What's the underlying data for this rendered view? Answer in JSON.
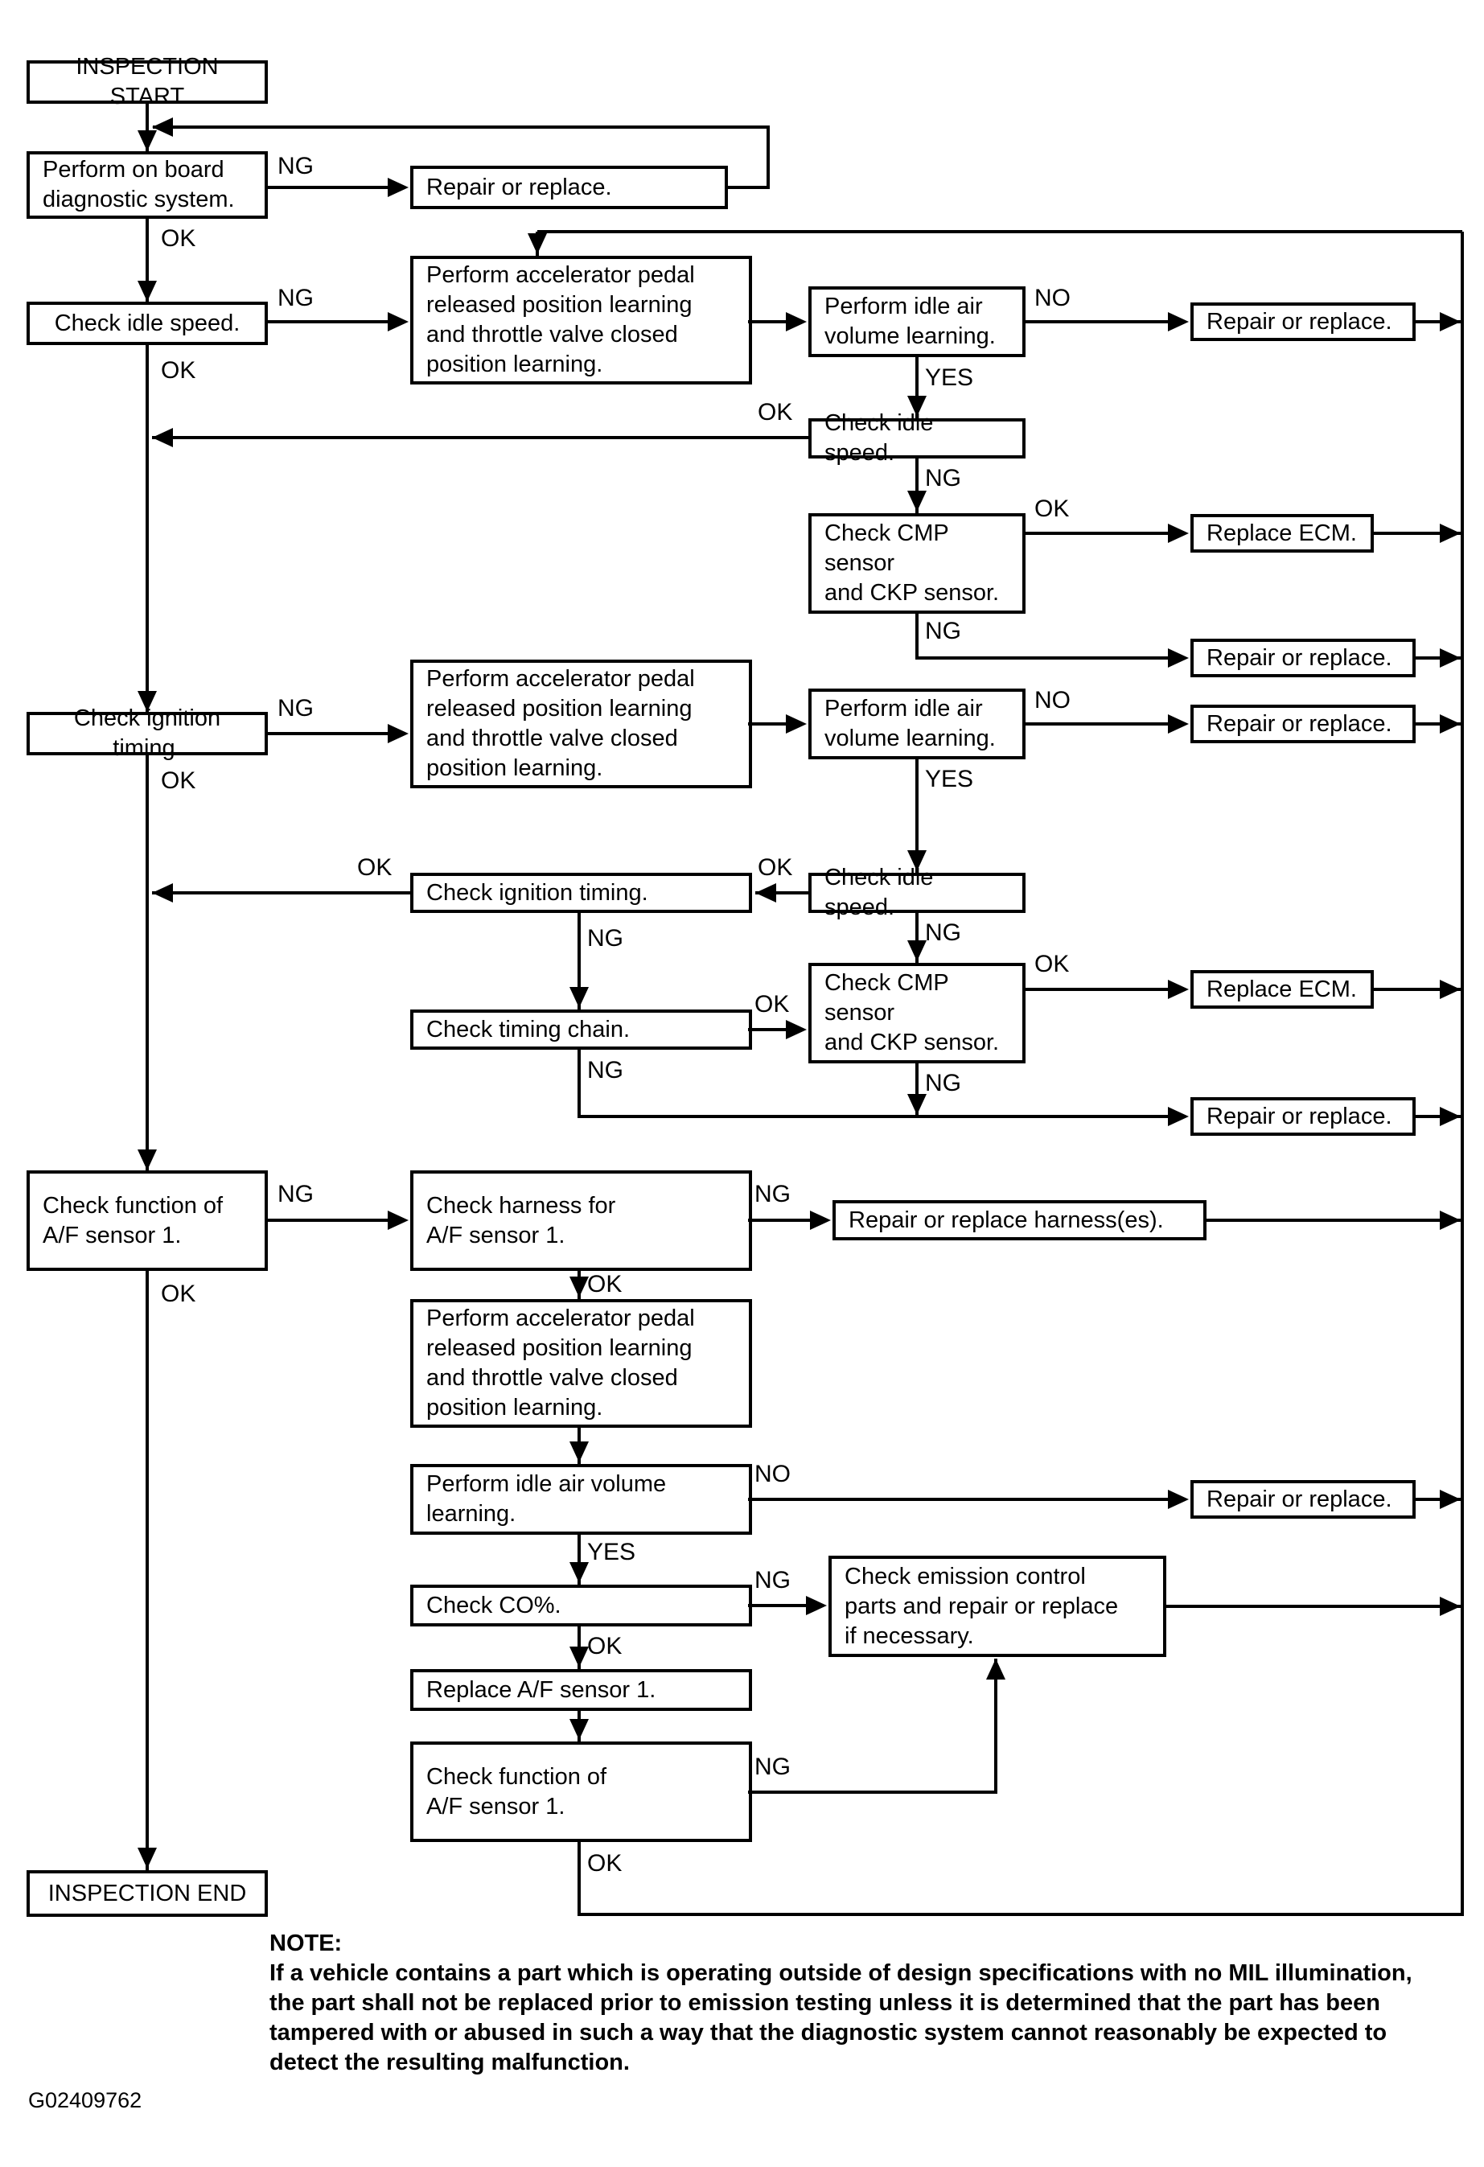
{
  "diagram": {
    "nodes": [
      {
        "id": "inspection-start",
        "label": "INSPECTION START"
      },
      {
        "id": "perform-obd",
        "label": "Perform on board\ndiagnostic system."
      },
      {
        "id": "repair-top",
        "label": "Repair or replace."
      },
      {
        "id": "check-idle-1",
        "label": "Check idle speed."
      },
      {
        "id": "learning-1",
        "label": "Perform accelerator pedal\nreleased position learning\nand throttle valve closed\nposition learning."
      },
      {
        "id": "idle-air-1",
        "label": "Perform idle air\nvolume learning."
      },
      {
        "id": "repair-1",
        "label": "Repair or replace."
      },
      {
        "id": "check-idle-2",
        "label": "Check idle speed."
      },
      {
        "id": "cmp-ckp-1",
        "label": "Check CMP sensor\nand CKP sensor."
      },
      {
        "id": "replace-ecm-1",
        "label": "Replace ECM."
      },
      {
        "id": "repair-2",
        "label": "Repair or replace."
      },
      {
        "id": "check-ignition-1",
        "label": "Check ignition timing."
      },
      {
        "id": "learning-2",
        "label": "Perform accelerator pedal\nreleased position learning\nand throttle valve closed\nposition learning."
      },
      {
        "id": "idle-air-2",
        "label": "Perform idle air\nvolume learning."
      },
      {
        "id": "repair-3",
        "label": "Repair or replace."
      },
      {
        "id": "check-idle-3",
        "label": "Check idle speed."
      },
      {
        "id": "check-ignition-2",
        "label": "Check ignition timing."
      },
      {
        "id": "check-timing-chain",
        "label": "Check timing chain."
      },
      {
        "id": "cmp-ckp-2",
        "label": "Check CMP sensor\nand CKP sensor."
      },
      {
        "id": "replace-ecm-2",
        "label": "Replace ECM."
      },
      {
        "id": "repair-4",
        "label": "Repair or replace."
      },
      {
        "id": "check-fn-af-1",
        "label": "Check function of\nA/F sensor 1."
      },
      {
        "id": "check-harness",
        "label": "Check harness for\nA/F sensor 1."
      },
      {
        "id": "repair-harness",
        "label": "Repair or replace harness(es)."
      },
      {
        "id": "learning-3",
        "label": "Perform accelerator pedal\nreleased position learning\nand throttle valve closed\nposition learning."
      },
      {
        "id": "idle-air-3",
        "label": "Perform idle air volume\nlearning."
      },
      {
        "id": "repair-5",
        "label": "Repair or replace."
      },
      {
        "id": "check-co",
        "label": "Check CO%."
      },
      {
        "id": "emission",
        "label": "Check emission control\nparts and repair or replace\nif necessary."
      },
      {
        "id": "replace-af",
        "label": "Replace A/F sensor 1."
      },
      {
        "id": "check-fn-af-2",
        "label": "Check function of\nA/F sensor 1."
      },
      {
        "id": "inspection-end",
        "label": "INSPECTION END"
      }
    ],
    "edge_labels": [
      "NG",
      "OK",
      "NG",
      "NO",
      "YES",
      "OK",
      "NG",
      "OK",
      "NG",
      "OK",
      "NG",
      "NO",
      "YES",
      "OK",
      "OK",
      "NG",
      "NG",
      "OK",
      "OK",
      "NG",
      "NG",
      "OK",
      "NG",
      "NG",
      "OK",
      "OK",
      "NO",
      "YES",
      "NG",
      "OK",
      "NG",
      "OK"
    ],
    "note": {
      "heading": "NOTE:",
      "lines": [
        "If a vehicle contains a part which is operating outside of design specifications with no MIL illumination,",
        "the part shall not be replaced prior to emission testing unless it is determined that the part has been",
        "tampered with or abused in such a way that the diagnostic system cannot reasonably be expected to",
        "detect the resulting malfunction."
      ]
    },
    "figure_code": "G02409762",
    "colors": {
      "ink": "#000000",
      "paper": "#ffffff"
    }
  }
}
